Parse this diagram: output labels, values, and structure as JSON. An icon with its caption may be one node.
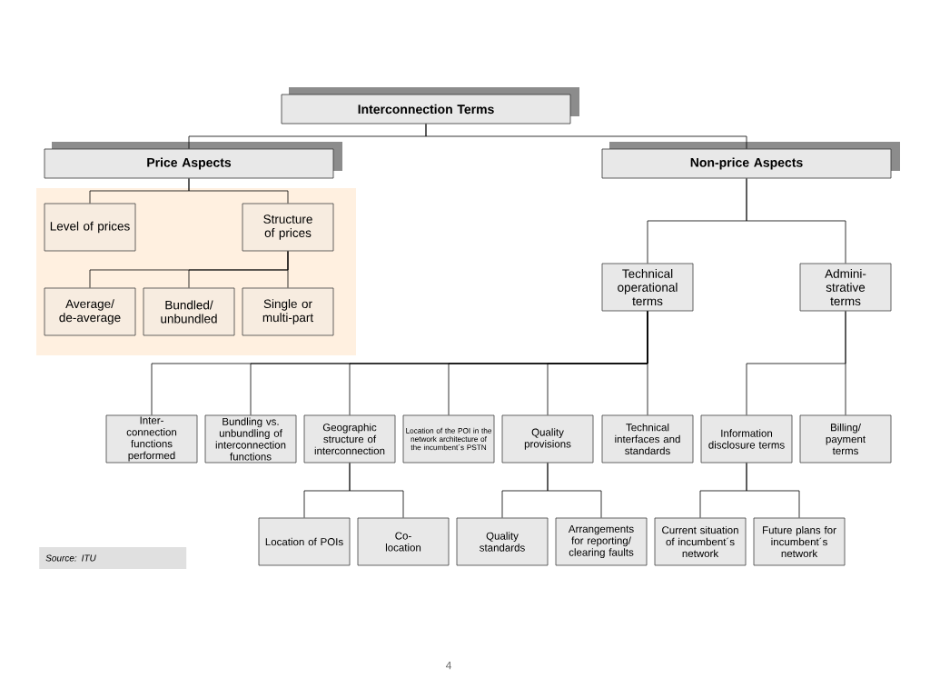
{
  "diagram": {
    "nodes": [
      {
        "text": [
          "Interconnection Terms"
        ]
      },
      {
        "text": [
          "Price Aspects"
        ]
      },
      {
        "text": [
          "Non-price Aspects"
        ]
      },
      {
        "text": [
          "Level of prices"
        ]
      },
      {
        "text": [
          "Structure of prices"
        ]
      },
      {
        "text": [
          "Average/ de-average"
        ]
      },
      {
        "text": [
          "Bundled/ unbundled"
        ]
      },
      {
        "text": [
          "Single or multi-part"
        ]
      },
      {
        "text": [
          "Technical operational terms"
        ]
      },
      {
        "text": [
          "Admini- strative terms"
        ]
      },
      {
        "text": [
          "Inter- connection functions performed"
        ]
      },
      {
        "text": [
          "Bundling vs. unbundling of interconnection functions"
        ]
      },
      {
        "text": [
          "Geographic structure of interconnection"
        ]
      },
      {
        "text": [
          "Location of the POI in the network architecture of the incumbent´s PSTN"
        ]
      },
      {
        "text": [
          "Quality provisions"
        ]
      },
      {
        "text": [
          "Technical interfaces and standards"
        ]
      },
      {
        "text": [
          "Information disclosure terms"
        ]
      },
      {
        "text": [
          "Billing/ payment terms"
        ]
      },
      {
        "text": [
          "Location of POIs"
        ]
      },
      {
        "text": [
          "Co- location"
        ]
      },
      {
        "text": [
          "Quality standards"
        ]
      },
      {
        "text": [
          "Arrangements for reporting/ clearing faults"
        ]
      },
      {
        "text": [
          "Current situation of incumbent´s network"
        ]
      },
      {
        "text": [
          "Future plans for incumbent´s network"
        ]
      }
    ],
    "edges": [
      {
        "from": 0,
        "to": 1,
        "arrow": "none"
      },
      {
        "from": 0,
        "to": 2,
        "arrow": "none"
      },
      {
        "from": 1,
        "to": 3,
        "arrow": "none"
      },
      {
        "from": 1,
        "to": 4,
        "arrow": "none"
      },
      {
        "from": 4,
        "to": 5,
        "arrow": "none"
      },
      {
        "from": 4,
        "to": 6,
        "arrow": "none"
      },
      {
        "from": 4,
        "to": 7,
        "arrow": "none"
      },
      {
        "from": 2,
        "to": 8,
        "arrow": "none"
      },
      {
        "from": 2,
        "to": 9,
        "arrow": "none"
      },
      {
        "from": 8,
        "to": 10,
        "arrow": "none"
      },
      {
        "from": 8,
        "to": 11,
        "arrow": "none"
      },
      {
        "from": 8,
        "to": 12,
        "arrow": "none"
      },
      {
        "from": 8,
        "to": 13,
        "arrow": "none"
      },
      {
        "from": 8,
        "to": 14,
        "arrow": "none"
      },
      {
        "from": 8,
        "to": 15,
        "arrow": "none"
      },
      {
        "from": 9,
        "to": 16,
        "arrow": "none"
      },
      {
        "from": 9,
        "to": 17,
        "arrow": "none"
      },
      {
        "from": 12,
        "to": 18,
        "arrow": "none"
      },
      {
        "from": 12,
        "to": 19,
        "arrow": "none"
      },
      {
        "from": 14,
        "to": 20,
        "arrow": "none"
      },
      {
        "from": 14,
        "to": 21,
        "arrow": "none"
      },
      {
        "from": 16,
        "to": 22,
        "arrow": "none"
      },
      {
        "from": 16,
        "to": 23,
        "arrow": "none"
      }
    ],
    "labels": [
      "Source: ITU",
      "4"
    ]
  }
}
